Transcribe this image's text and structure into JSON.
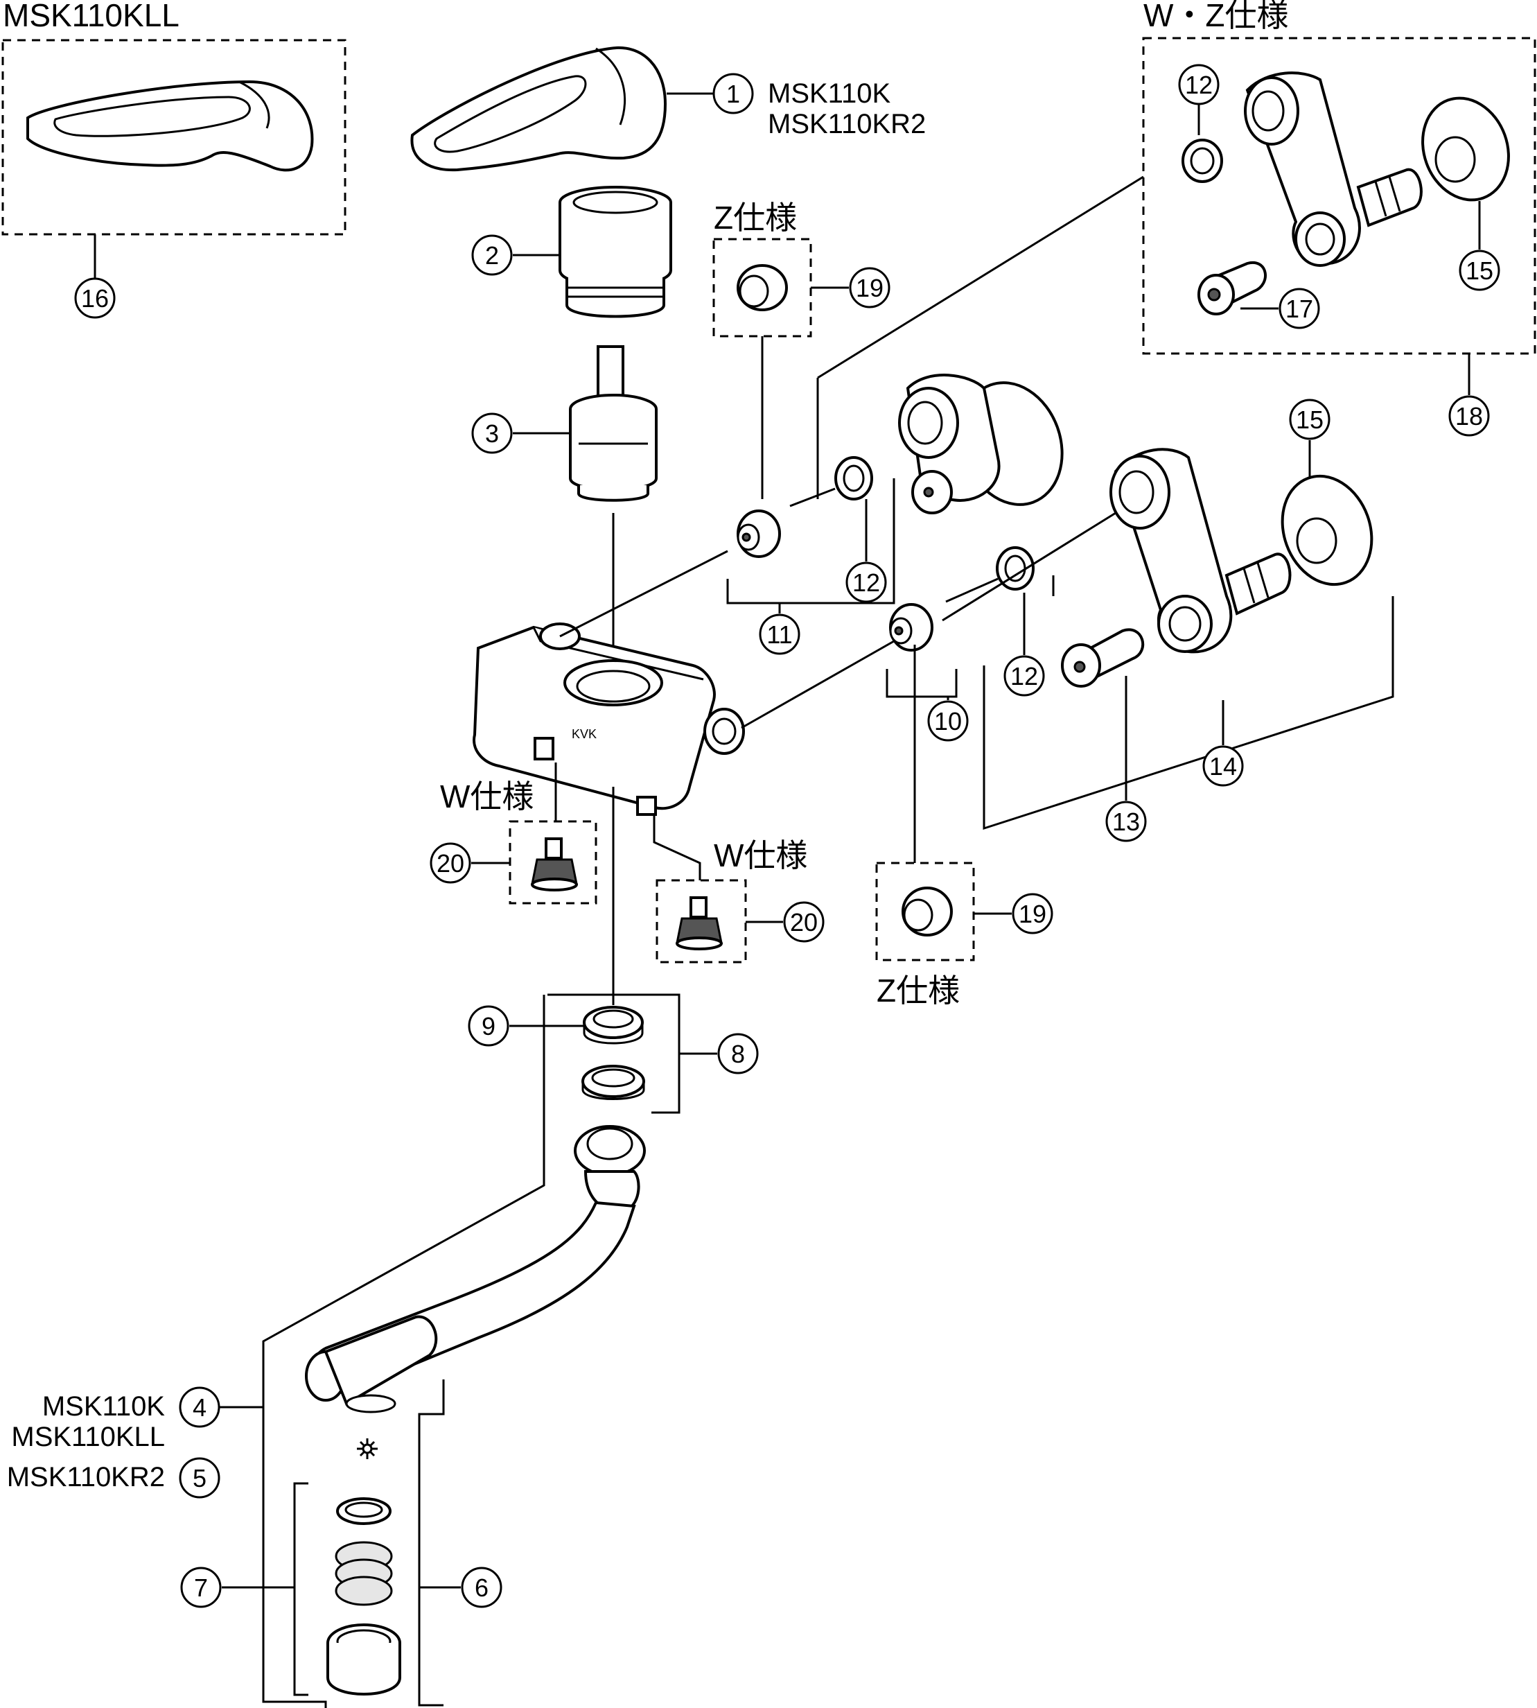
{
  "labels": {
    "msk110kll_title": "MSK110KLL",
    "wz_title": "W・Z仕様",
    "z_spec": "Z仕様",
    "w_spec": "W仕様",
    "model_1a": "MSK110K",
    "model_1b": "MSK110KR2",
    "model_4a": "MSK110K",
    "model_4b": "MSK110KLL",
    "model_5": "MSK110KR2",
    "brand": "KVK"
  },
  "callouts": {
    "n1": "1",
    "n2": "2",
    "n3": "3",
    "n4": "4",
    "n5": "5",
    "n6": "6",
    "n7": "7",
    "n8": "8",
    "n9": "9",
    "n10": "10",
    "n11": "11",
    "n12a": "12",
    "n12b": "12",
    "n12c": "12",
    "n13": "13",
    "n14": "14",
    "n15a": "15",
    "n15b": "15",
    "n16": "16",
    "n17": "17",
    "n18": "18",
    "n19a": "19",
    "n19b": "19",
    "n20a": "20",
    "n20b": "20"
  }
}
